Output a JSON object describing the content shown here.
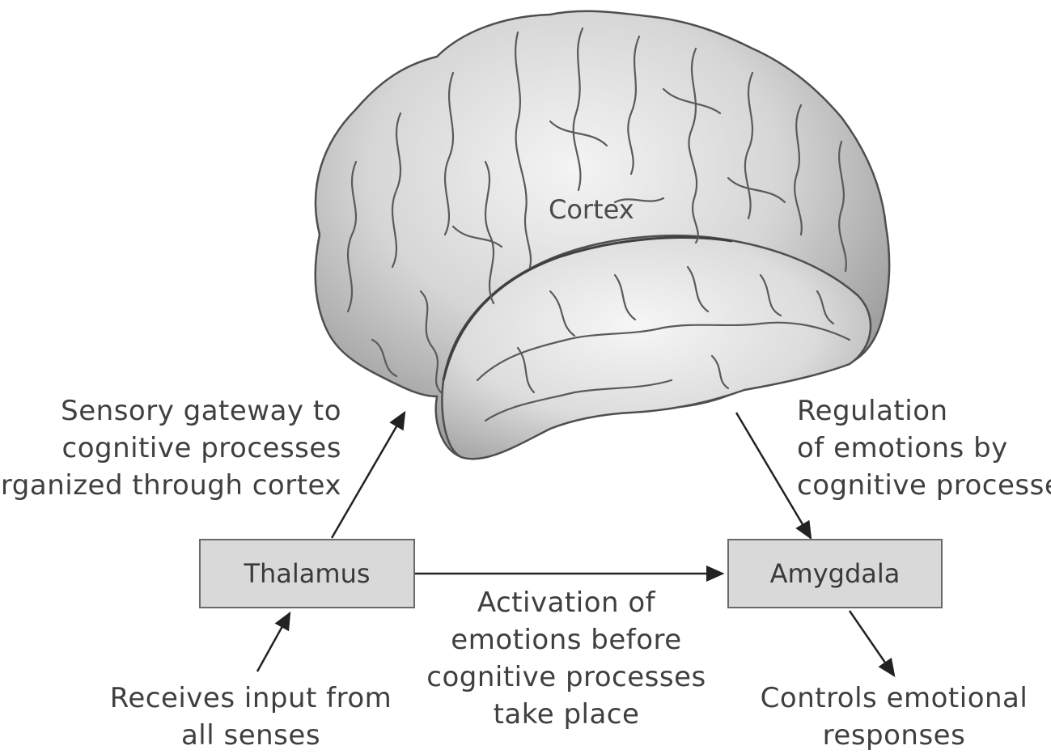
{
  "cortex_label": "Cortex",
  "nodes": {
    "thalamus": "Thalamus",
    "amygdala": "Amygdala"
  },
  "annotations": {
    "sensory_gateway": [
      "Sensory gateway to",
      "cognitive processes",
      "organized through cortex"
    ],
    "regulation": [
      "Regulation",
      "of emotions by",
      "cognitive processes"
    ],
    "activation": [
      "Activation of",
      "emotions before",
      "cognitive processes",
      "take place"
    ],
    "receives_input": [
      "Receives input from",
      "all senses"
    ],
    "controls": [
      "Controls emotional",
      "responses"
    ]
  },
  "colors": {
    "brain_fill": "#cfcfcf",
    "brain_highlight": "#efefef",
    "sulci": "#5a5a5a",
    "box_fill": "#d9d9d9",
    "arrow": "#222222"
  }
}
